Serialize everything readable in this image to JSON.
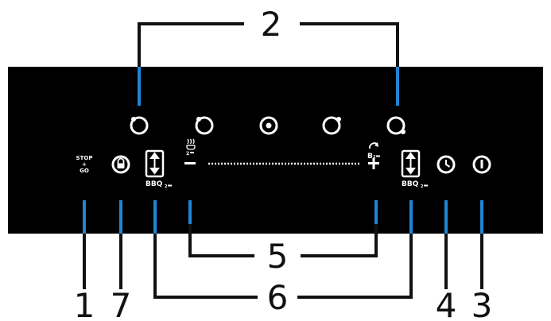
{
  "colors": {
    "panel": "#000000",
    "leader_black": "#111111",
    "leader_blue": "#1f86d6",
    "symbol": "#ffffff",
    "callout_text": "#111111"
  },
  "panel_labels": {
    "stop_go_top": "STOP",
    "stop_go_mid": "+",
    "stop_go_bottom": "GO",
    "bbq_left": "BBQ",
    "bbq_left_sub": "2",
    "bbq_right": "BBQ",
    "bbq_right_sub": "2",
    "keep_warm_sub": "2",
    "boost_prefix": "B",
    "boost_sub": "2",
    "minus": "−",
    "plus": "+"
  },
  "icons": {
    "zone_selectors": [
      "zone-selector-icon",
      "zone-selector-icon",
      "zone-selector-center-icon",
      "zone-selector-icon",
      "zone-selector-icon"
    ],
    "lock": "lock-icon",
    "timer": "clock-icon",
    "power": "power-icon",
    "bbq_left": "updown-arrows-icon",
    "bbq_right": "updown-arrows-icon",
    "keep_warm": "keep-warm-icon",
    "boost": "boost-arc-icon"
  },
  "callouts": {
    "c1": "1",
    "c2": "2",
    "c3": "3",
    "c4": "4",
    "c5": "5",
    "c6": "6",
    "c7": "7"
  }
}
